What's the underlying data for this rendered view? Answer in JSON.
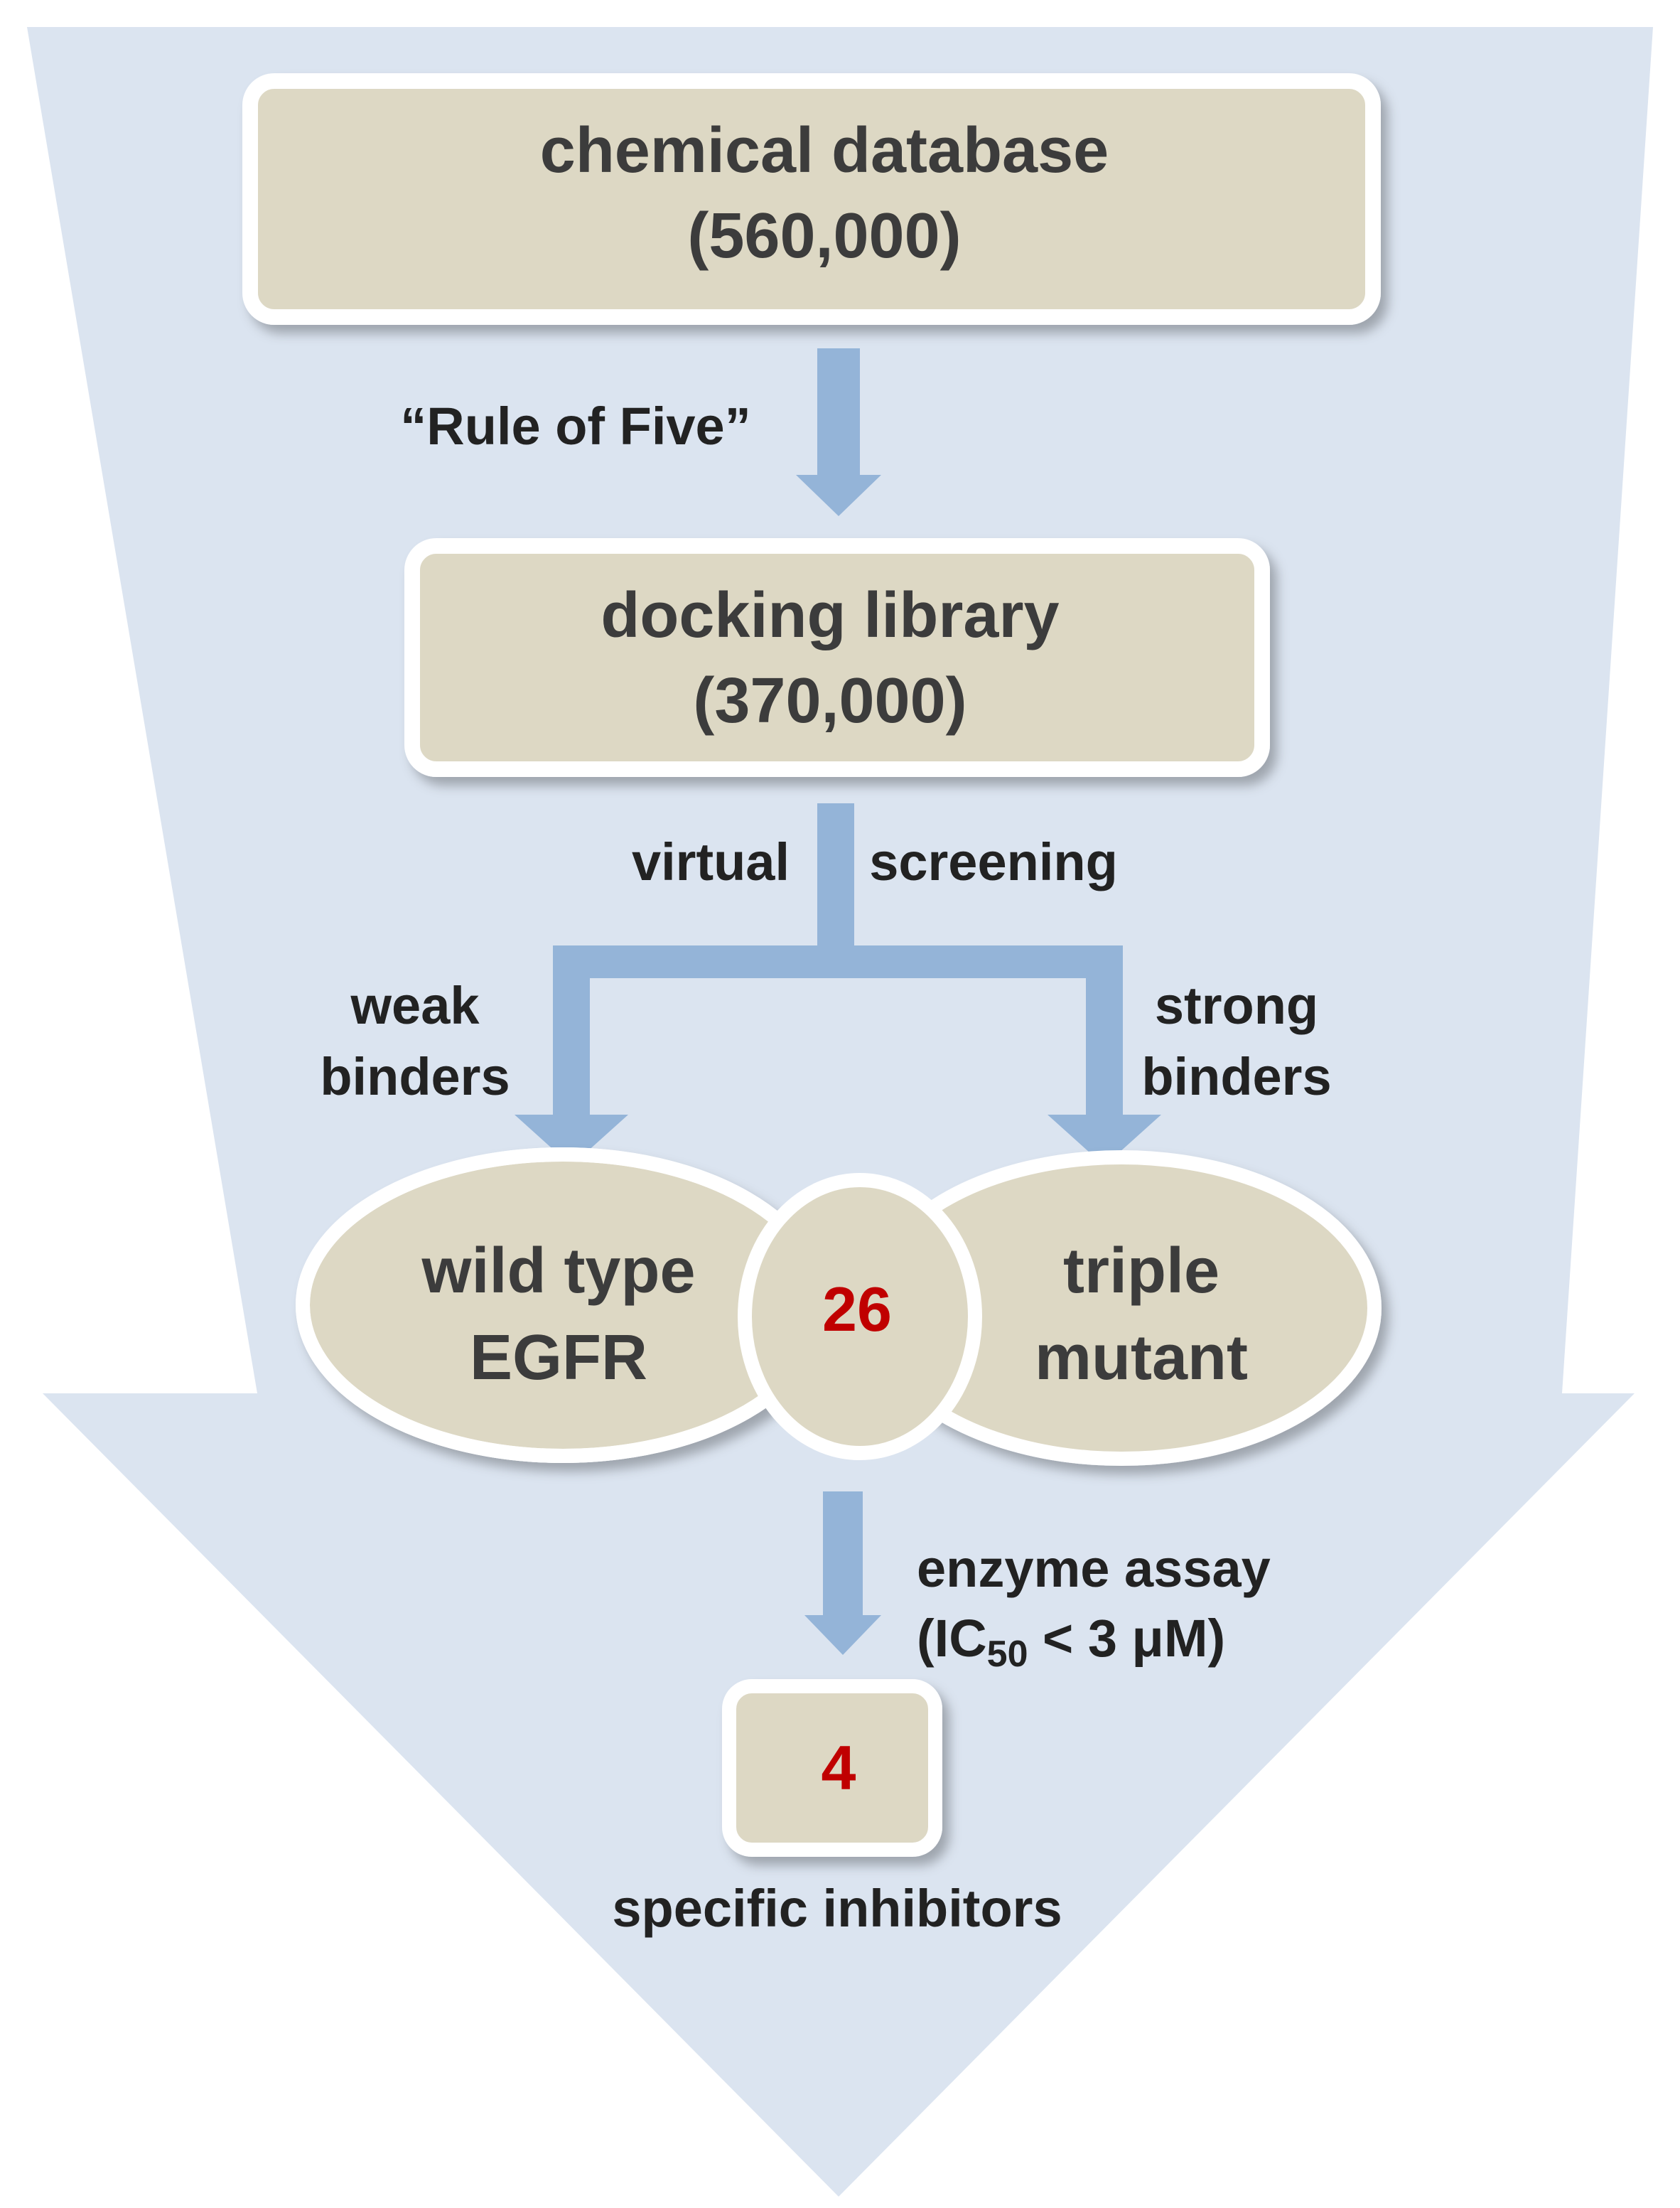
{
  "colors": {
    "funnel_fill": "#dbe4f0",
    "box_fill": "#ddd8c4",
    "box_border": "#ffffff",
    "arrow": "#94b4d8",
    "text": "#222222",
    "box_text": "#3c3c3c",
    "highlight_number": "#c00000"
  },
  "nodes": {
    "chemical_database": {
      "title": "chemical database",
      "count": "(560,000)"
    },
    "docking_library": {
      "title": "docking library",
      "count": "(370,000)"
    },
    "wild_type": {
      "line1": "wild type",
      "line2": "EGFR"
    },
    "triple_mutant": {
      "line1": "triple",
      "line2": "mutant"
    },
    "overlap": {
      "value": "26"
    },
    "final_hits": {
      "value": "4",
      "caption": "specific inhibitors"
    }
  },
  "edges": {
    "rule_of_five": {
      "label": "“Rule of Five”"
    },
    "virtual_screening": {
      "label_left": "virtual",
      "label_right": "screening"
    },
    "weak_binders": {
      "line1": "weak",
      "line2": "binders"
    },
    "strong_binders": {
      "line1": "strong",
      "line2": "binders"
    },
    "enzyme_assay": {
      "line1": "enzyme assay",
      "line2_prefix": "(IC",
      "line2_sub": "50",
      "line2_suffix": " < 3 μM)"
    }
  }
}
